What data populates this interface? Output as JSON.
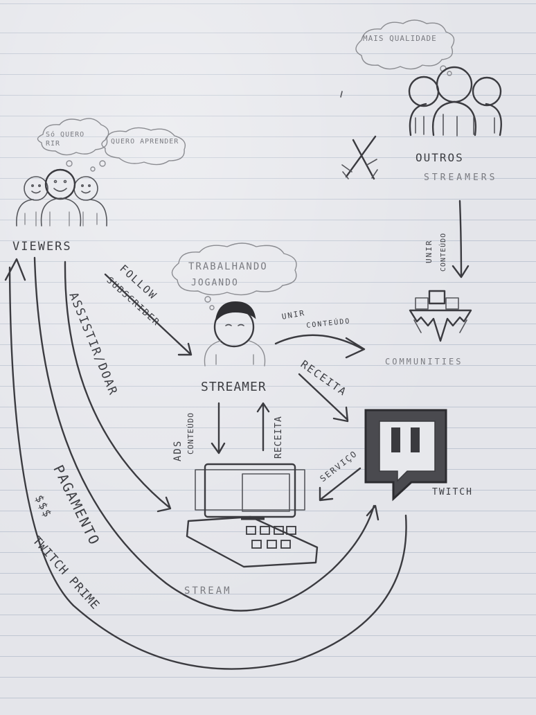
{
  "labels": {
    "mais_qualidade": "MAIS QUALIDADE",
    "outros": "OUTROS",
    "streamers": "STREAMERS",
    "so_quero_rir": "Só QUERO RIR",
    "quero_aprender": "QUERO APRENDER",
    "viewers": "VIEWERS",
    "trabalhando": "TRABALHANDO",
    "jogando": "JOGANDO",
    "follow": "FOLLOW",
    "subscriber": "SUBSCRIBER",
    "assistir_doar": "ASSISTIR/DOAR",
    "unir_conteudo_top": "UNIR",
    "unir_conteudo_bottom": "CONTEÚDO",
    "communities": "COMMUNITIES",
    "receita": "RECEITA",
    "streamer": "STREAMER",
    "ads": "ADS",
    "conteudo": "CONTEÚDO",
    "receita_vertical": "RECEITA",
    "servico": "SERVIÇO",
    "twitch": "TWITCH",
    "stream": "STREAM",
    "pagamento": "PAGAMENTO",
    "money": "$$$",
    "twitch_prime": "TWITCH PRIME",
    "unir_vertical": "UNIR",
    "conteudo_vertical": "CONTEÚDO"
  }
}
